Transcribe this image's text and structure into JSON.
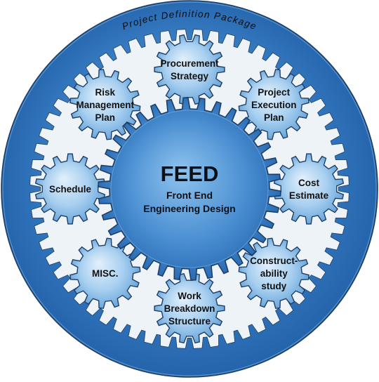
{
  "ring": {
    "title": "Project Definition Package"
  },
  "center": {
    "title": "FEED",
    "subtitle_lines": [
      "Front End",
      "Engineering Design"
    ]
  },
  "gears": [
    {
      "id": "procurement-strategy",
      "lines": [
        "Procurement",
        "Strategy"
      ]
    },
    {
      "id": "project-execution-plan",
      "lines": [
        "Project",
        "Execution",
        "Plan"
      ]
    },
    {
      "id": "cost-estimate",
      "lines": [
        "Cost",
        "Estimate"
      ]
    },
    {
      "id": "constructability-study",
      "lines": [
        "Construct-",
        "ability",
        "study"
      ]
    },
    {
      "id": "work-breakdown-structure",
      "lines": [
        "Work",
        "Breakdown",
        "Structure"
      ]
    },
    {
      "id": "misc",
      "lines": [
        "MISC."
      ]
    },
    {
      "id": "schedule",
      "lines": [
        "Schedule"
      ]
    },
    {
      "id": "risk-management-plan",
      "lines": [
        "Risk",
        "Management",
        "Plan"
      ]
    }
  ],
  "colors": {
    "ring_dark": "#1f5ea6",
    "ring_mid": "#3d82c8",
    "ring_light": "#8cc0ec",
    "gap_fill": "#eef3f8",
    "gear_light": "#e3f0fb",
    "gear_mid": "#a9d0f0",
    "gear_dark": "#5f9fd6",
    "center_light": "#8fc3ee",
    "center_dark": "#2364ad",
    "stroke": "#1f3f66"
  }
}
